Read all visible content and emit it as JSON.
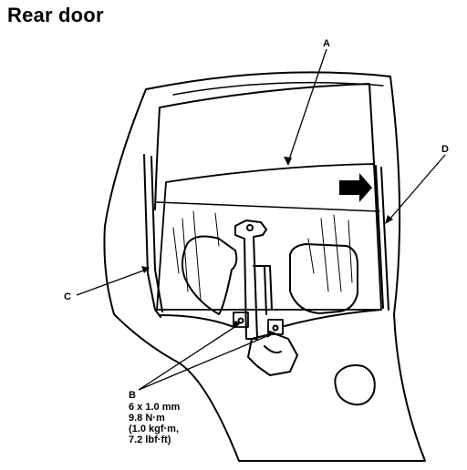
{
  "title": "Rear door",
  "callouts": {
    "a": "A",
    "b": "B",
    "c": "C",
    "d": "D"
  },
  "spec_lines": [
    "6 x 1.0 mm",
    "9.8 N·m",
    "(1.0 kgf·m,",
    "7.2 lbf·ft)"
  ],
  "colors": {
    "ink": "#000000",
    "paper": "#ffffff"
  }
}
